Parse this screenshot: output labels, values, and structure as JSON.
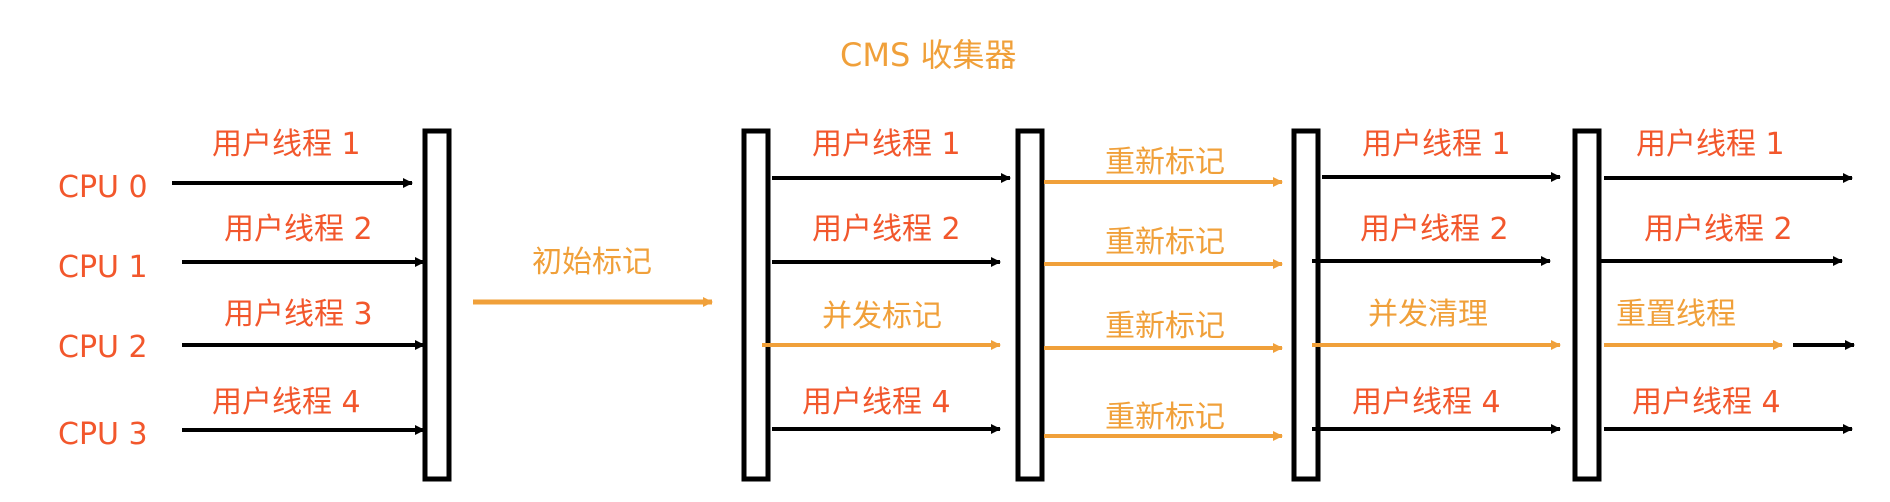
{
  "title": "CMS 收集器",
  "colors": {
    "black": "#000000",
    "red": "#f2572c",
    "orange": "#f0a03a"
  },
  "cpus": [
    "CPU 0",
    "CPU 1",
    "CPU 2",
    "CPU 3"
  ],
  "phase1": {
    "threads": [
      "用户线程 1",
      "用户线程 2",
      "用户线程 3",
      "用户线程 4"
    ]
  },
  "initial_mark": "初始标记",
  "phase2": {
    "labels": [
      "用户线程 1",
      "用户线程 2",
      "并发标记",
      "用户线程 4"
    ]
  },
  "phase3": {
    "labels": [
      "重新标记",
      "重新标记",
      "重新标记",
      "重新标记"
    ]
  },
  "phase4": {
    "labels": [
      "用户线程 1",
      "用户线程 2",
      "并发清理",
      "用户线程 4"
    ]
  },
  "phase5": {
    "labels": [
      "用户线程 1",
      "用户线程 2",
      "重置线程",
      "用户线程 4"
    ]
  }
}
